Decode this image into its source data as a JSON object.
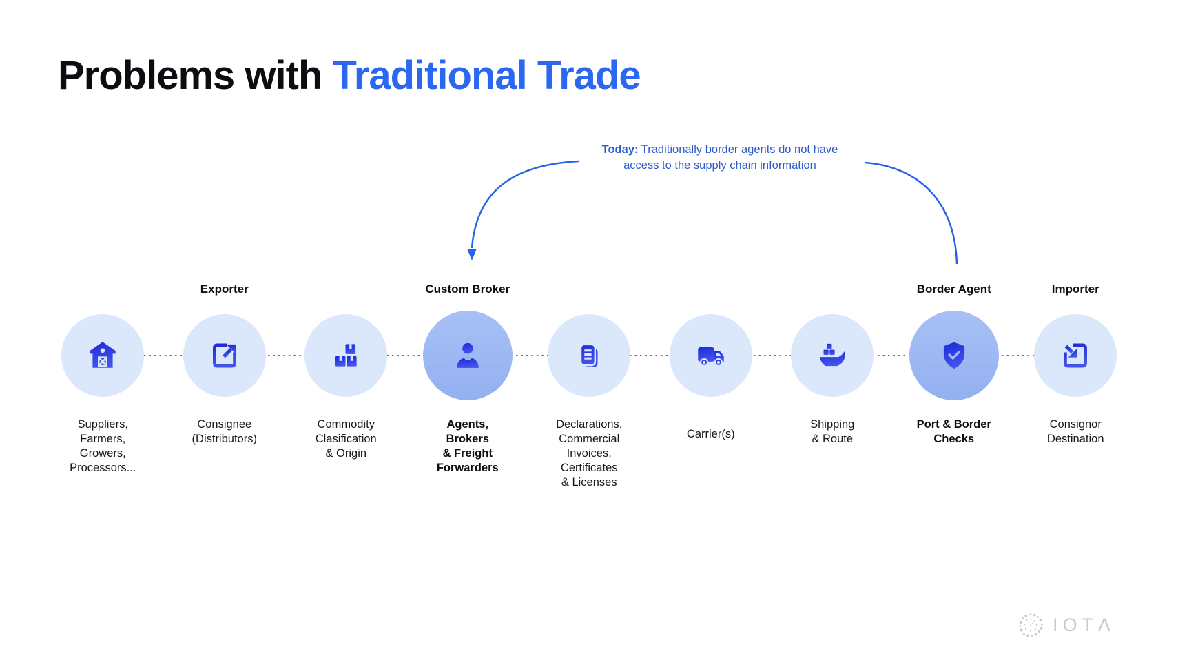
{
  "title": {
    "prefix": "Problems with ",
    "highlight": "Traditional Trade"
  },
  "annotation": {
    "emphasis": "Today:",
    "text_after_emphasis": " Traditionally border agents do not have",
    "line2": "access to the supply chain information"
  },
  "nodes": [
    {
      "role": "",
      "icon": "barn-icon",
      "label": "Suppliers,\nFarmers,\nGrowers,\nProcessors...",
      "highlighted": false
    },
    {
      "role": "Exporter",
      "icon": "export-icon",
      "label": "Consignee\n(Distributors)",
      "highlighted": false
    },
    {
      "role": "",
      "icon": "boxes-icon",
      "label": "Commodity\nClasification\n& Origin",
      "highlighted": false
    },
    {
      "role": "Custom Broker",
      "icon": "person-tie-icon",
      "label": "Agents,\nBrokers\n& Freight\nForwarders",
      "highlighted": true
    },
    {
      "role": "",
      "icon": "documents-icon",
      "label": "Declarations,\nCommercial\nInvoices,\nCertificates\n& Licenses",
      "highlighted": false
    },
    {
      "role": "",
      "icon": "truck-icon",
      "label": "Carrier(s)",
      "highlighted": false
    },
    {
      "role": "",
      "icon": "ship-icon",
      "label": "Shipping\n& Route",
      "highlighted": false
    },
    {
      "role": "Border Agent",
      "icon": "shield-check-icon",
      "label": "Port & Border\nChecks",
      "highlighted": true
    },
    {
      "role": "Importer",
      "icon": "import-icon",
      "label": "Consignor\nDestination",
      "highlighted": false
    }
  ],
  "logo": {
    "brand": "IOTΛ"
  },
  "colors": {
    "title_highlight": "#2b67f0",
    "icon_blue_dark": "#1d2ad6",
    "icon_blue_light": "#4254ec",
    "circle_light": "#dbe7fa",
    "circle_highlight": "#9fbaf3",
    "annotation_text": "#2d5bc8",
    "arrow_stroke": "#2563eb",
    "connector_dots": "#4767e8",
    "logo_grey": "#c5c9d3"
  }
}
